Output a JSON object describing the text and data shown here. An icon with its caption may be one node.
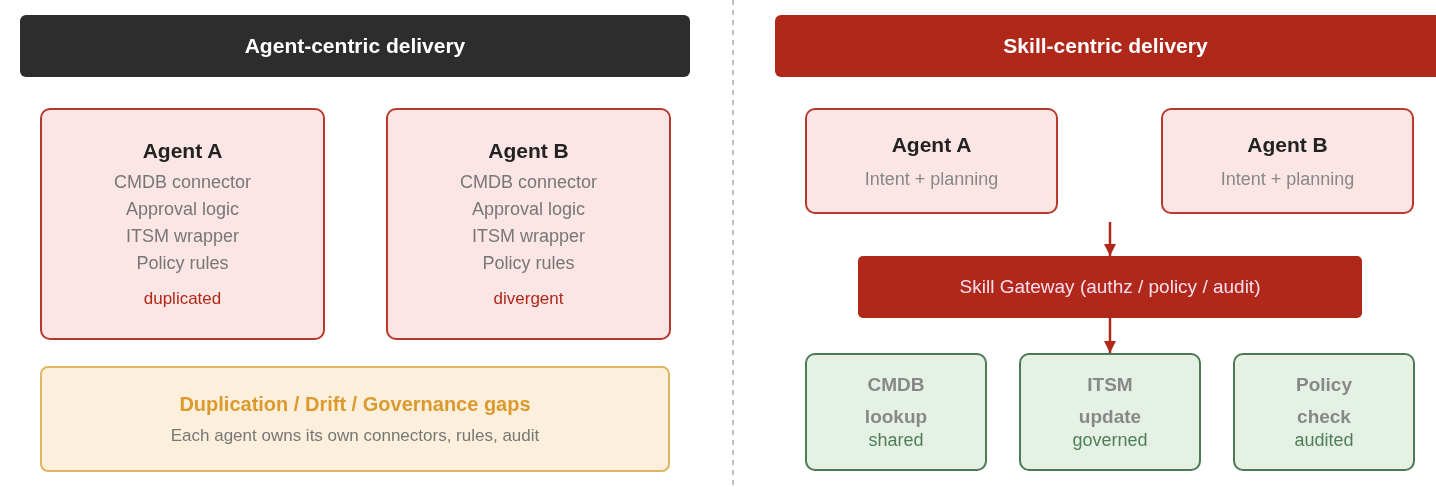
{
  "diagram": {
    "nodes": [
      {
        "text": [
          "Agent-centric delivery"
        ]
      },
      {
        "text": [
          "Agent A",
          "CMDB connector",
          "Approval logic",
          "ITSM wrapper",
          "Policy rules",
          "duplicated"
        ]
      },
      {
        "text": [
          "Agent B",
          "CMDB connector",
          "Approval logic",
          "ITSM wrapper",
          "Policy rules",
          "divergent"
        ]
      },
      {
        "text": [
          "Duplication / Drift / Governance gaps",
          "Each agent owns its own connectors, rules, audit"
        ]
      },
      {
        "text": [
          "Skill-centric delivery"
        ]
      },
      {
        "text": [
          "Agent A",
          "Intent + planning"
        ]
      },
      {
        "text": [
          "Agent B",
          "Intent + planning"
        ]
      },
      {
        "text": [
          "Skill Gateway (authz / policy / audit)"
        ]
      },
      {
        "text": [
          "CMDB",
          "lookup",
          "shared"
        ]
      },
      {
        "text": [
          "ITSM",
          "update",
          "governed"
        ]
      },
      {
        "text": [
          "Policy",
          "check",
          "audited"
        ]
      }
    ],
    "edges": [
      {
        "from": null,
        "to": 7,
        "arrow": "to"
      },
      {
        "from": 7,
        "to": 9,
        "arrow": "to"
      }
    ]
  }
}
